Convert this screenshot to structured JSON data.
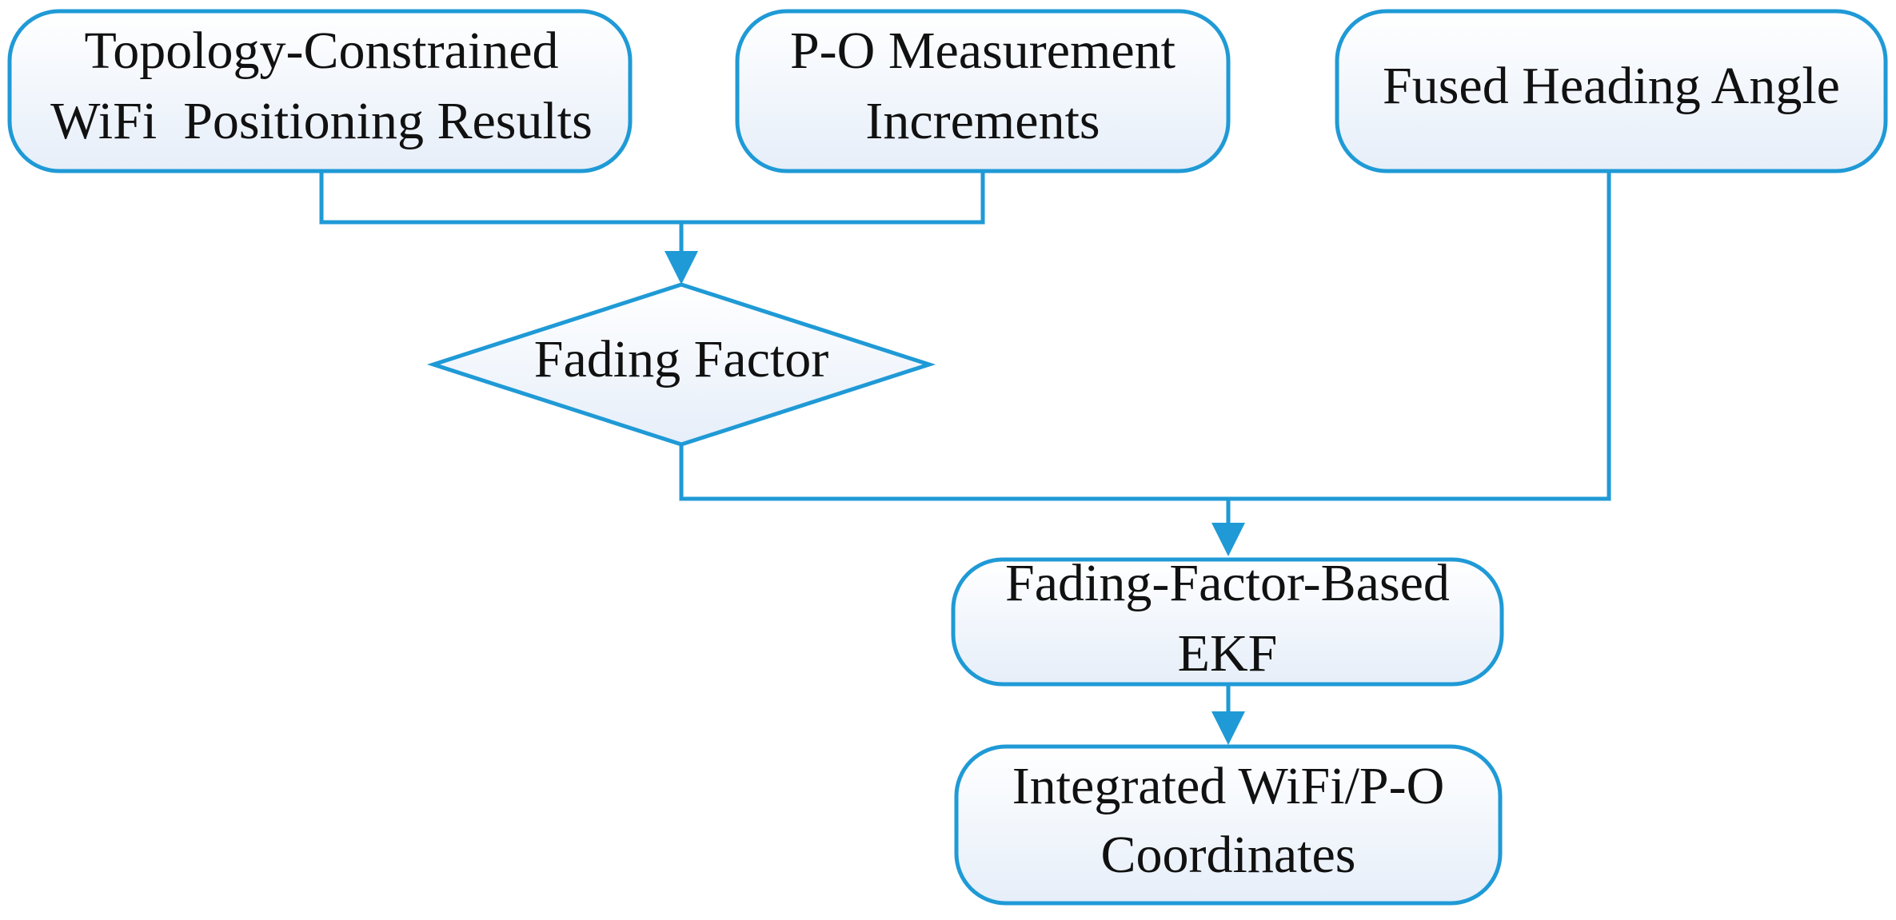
{
  "diagram": {
    "nodes": {
      "topology_wifi": {
        "line1": "Topology-Constrained",
        "line2": "WiFi  Positioning Results"
      },
      "po_increments": {
        "line1": "P-O Measurement",
        "line2": "Increments"
      },
      "fused_heading": {
        "line1": "Fused Heading Angle"
      },
      "fading_factor": {
        "line1": "Fading Factor"
      },
      "ekf": {
        "line1": "Fading-Factor-Based",
        "line2": "EKF"
      },
      "integrated_coords": {
        "line1": "Integrated WiFi/P-O",
        "line2": "Coordinates"
      }
    },
    "colors": {
      "stroke": "#1f9ad6",
      "box_fill_top": "#ffffff",
      "box_fill_bottom": "#e8f0fb",
      "text": "#111111"
    }
  }
}
